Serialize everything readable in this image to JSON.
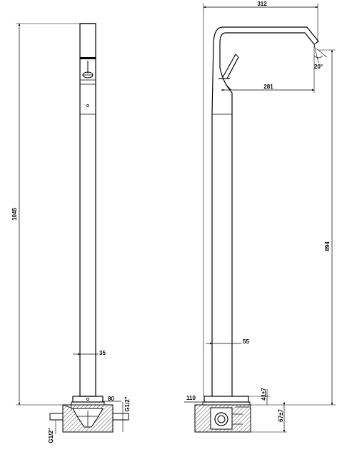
{
  "drawing": {
    "front_view": {
      "height_total": "1045",
      "pipe_diameter": "35",
      "base_width": "80",
      "inlet_thread_right": "G1/2\"",
      "inlet_thread_bottom": "G1/2\""
    },
    "side_view": {
      "spout_length": "312",
      "spout_reach": "281",
      "spout_angle": "20°",
      "spout_height": "894",
      "pipe_diameter": "55",
      "base_dimension": "110",
      "cover_height": "41±7",
      "base_depth": "67±7"
    }
  }
}
